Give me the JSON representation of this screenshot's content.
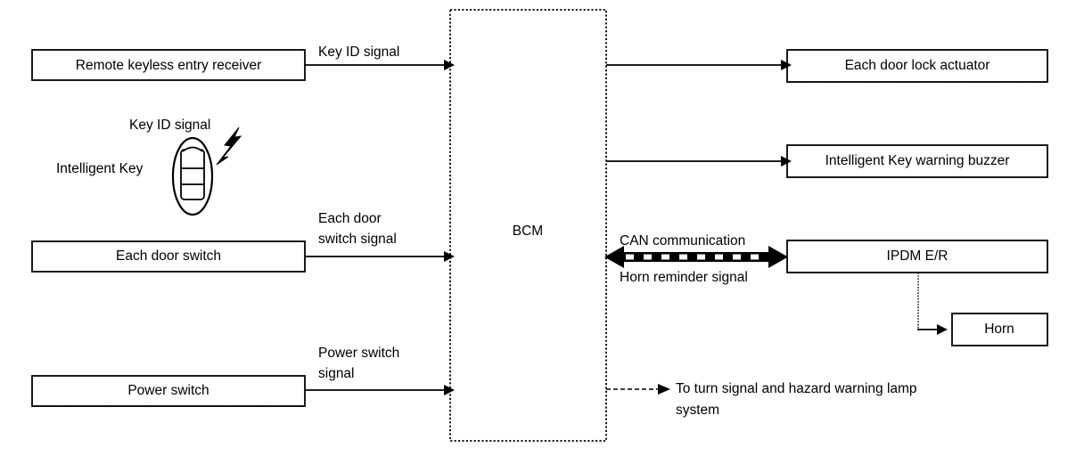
{
  "diagram": {
    "title": "BCM Intelligent Key / door lock system block diagram",
    "accent_color": "#000000",
    "background_color": "#ffffff"
  },
  "nodes": {
    "remote_receiver": {
      "label": "Remote keyless entry receiver"
    },
    "intelligent_key": {
      "label": "Intelligent Key"
    },
    "each_door_switch": {
      "label": "Each door switch"
    },
    "power_switch": {
      "label": "Power switch"
    },
    "bcm": {
      "label": "BCM"
    },
    "door_lock_actuator": {
      "label": "Each door lock actuator"
    },
    "warning_buzzer": {
      "label": "Intelligent Key warning buzzer"
    },
    "ipdm": {
      "label": "IPDM E/R"
    },
    "horn": {
      "label": "Horn"
    }
  },
  "signals": {
    "key_id_to_bcm": "Key ID signal",
    "key_id_wireless": "Key ID signal",
    "door_switch_signal_line1": "Each door",
    "door_switch_signal_line2": "switch signal",
    "power_switch_signal_line1": "Power switch",
    "power_switch_signal_line2": "signal",
    "can_communication": "CAN communication",
    "horn_reminder": "Horn reminder signal",
    "external_ref_line1": "To turn signal and hazard warning lamp",
    "external_ref_line2": "system"
  }
}
